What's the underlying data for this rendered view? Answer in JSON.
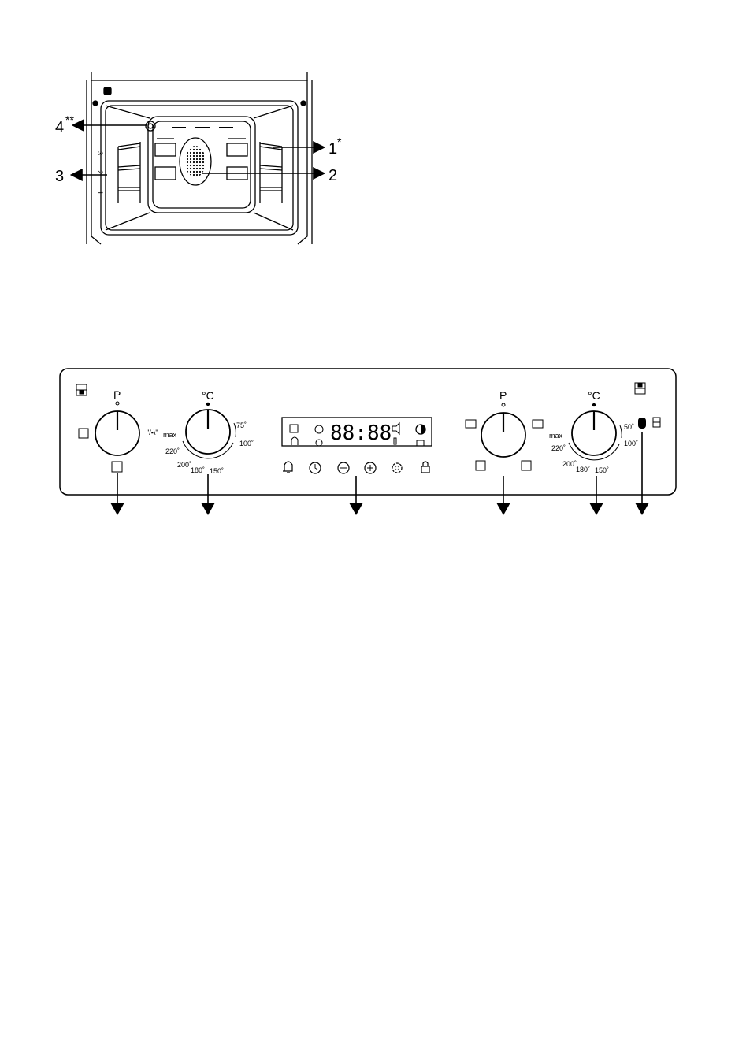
{
  "oven": {
    "callouts": [
      {
        "num": "4",
        "mark": "**"
      },
      {
        "num": "1",
        "mark": "*"
      },
      {
        "num": "3",
        "mark": ""
      },
      {
        "num": "2",
        "mark": ""
      }
    ],
    "shelf_levels": [
      "3",
      "2",
      "1"
    ]
  },
  "panel": {
    "knob1": {
      "top": "P",
      "side": "\"/▪\\\""
    },
    "knob2": {
      "top": "°C",
      "ticks": [
        "max",
        "220˚",
        "200˚",
        "180˚",
        "150˚",
        "100˚",
        "75˚"
      ]
    },
    "display": {
      "digits": "88:88"
    },
    "knob3": {
      "top": "P"
    },
    "knob4": {
      "top": "°C",
      "ticks": [
        "max",
        "220˚",
        "200˚",
        "180˚",
        "150˚",
        "100˚",
        "50˚"
      ]
    }
  }
}
